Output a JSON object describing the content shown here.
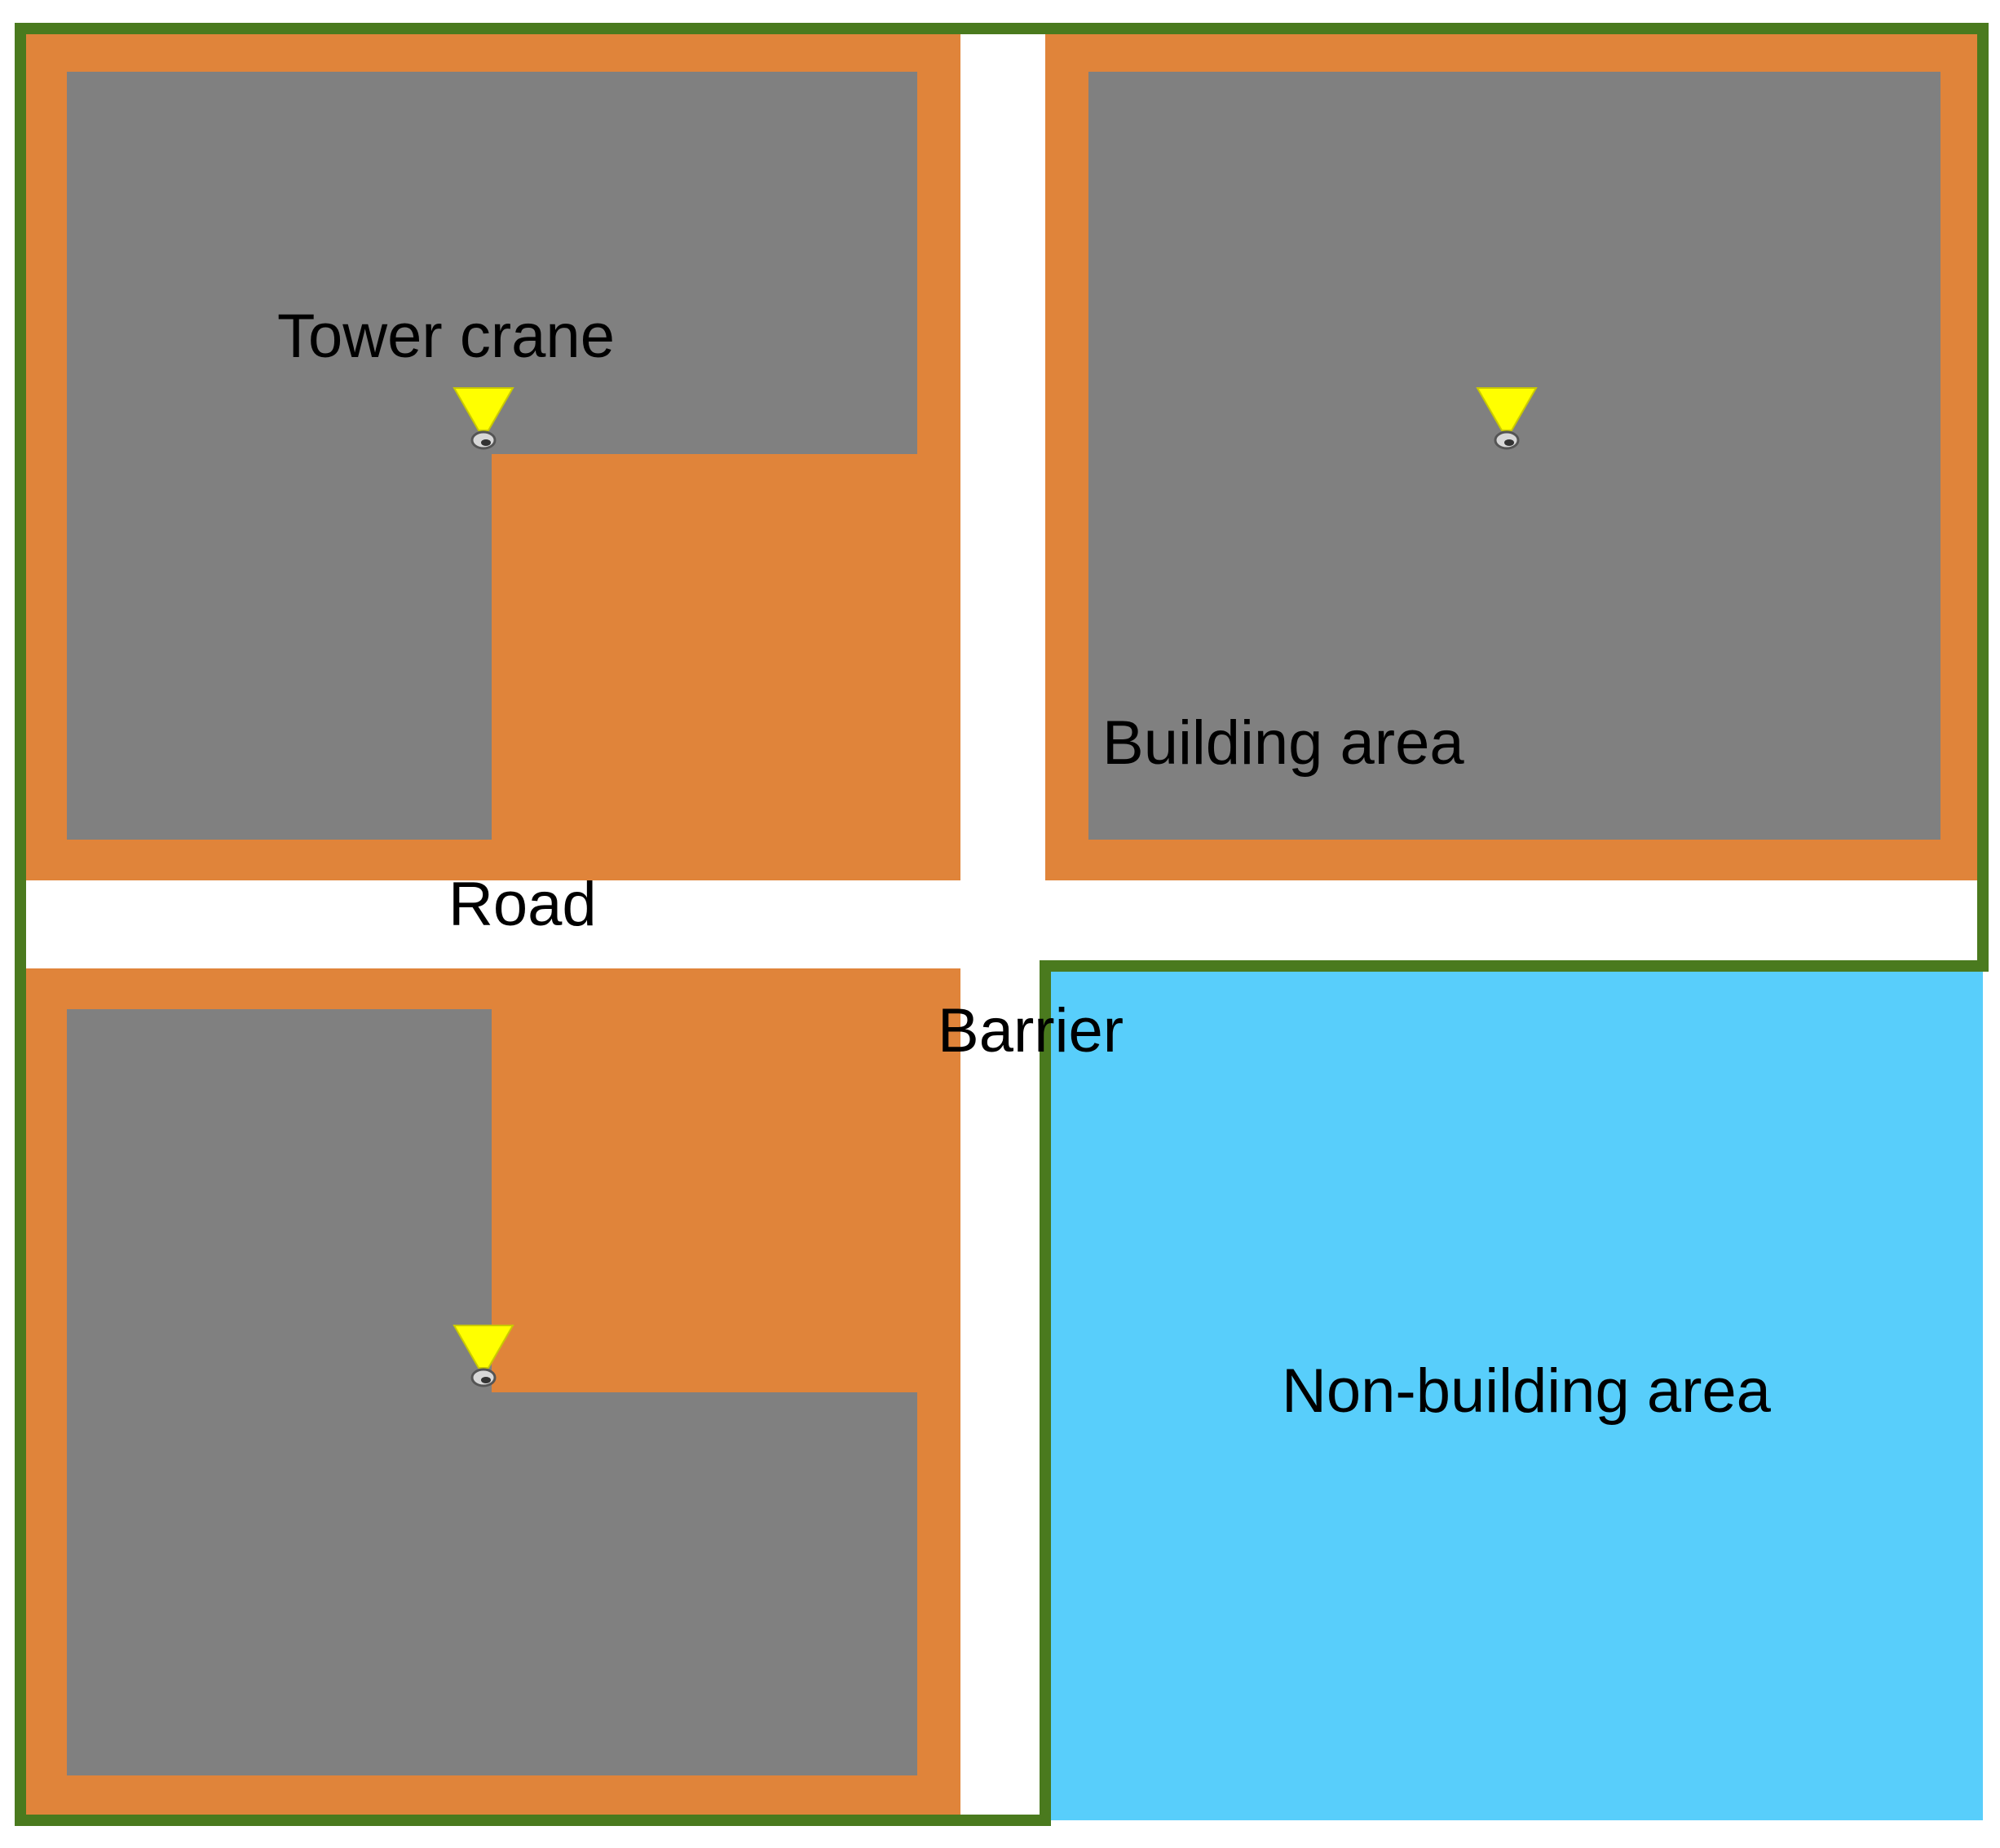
{
  "labels": {
    "tower_crane": "Tower crane",
    "building_area": "Building area",
    "road": "Road",
    "barrier": "Barrier",
    "non_building_area": "Non-building area"
  },
  "colors": {
    "site_zone": "#E0843A",
    "building": "#808080",
    "road": "#FFFFFF",
    "barrier": "#4A7A1E",
    "non_building": "#58CEFB",
    "crane": "#FFFF00"
  },
  "icons": {
    "crane": "tower-crane-icon"
  }
}
